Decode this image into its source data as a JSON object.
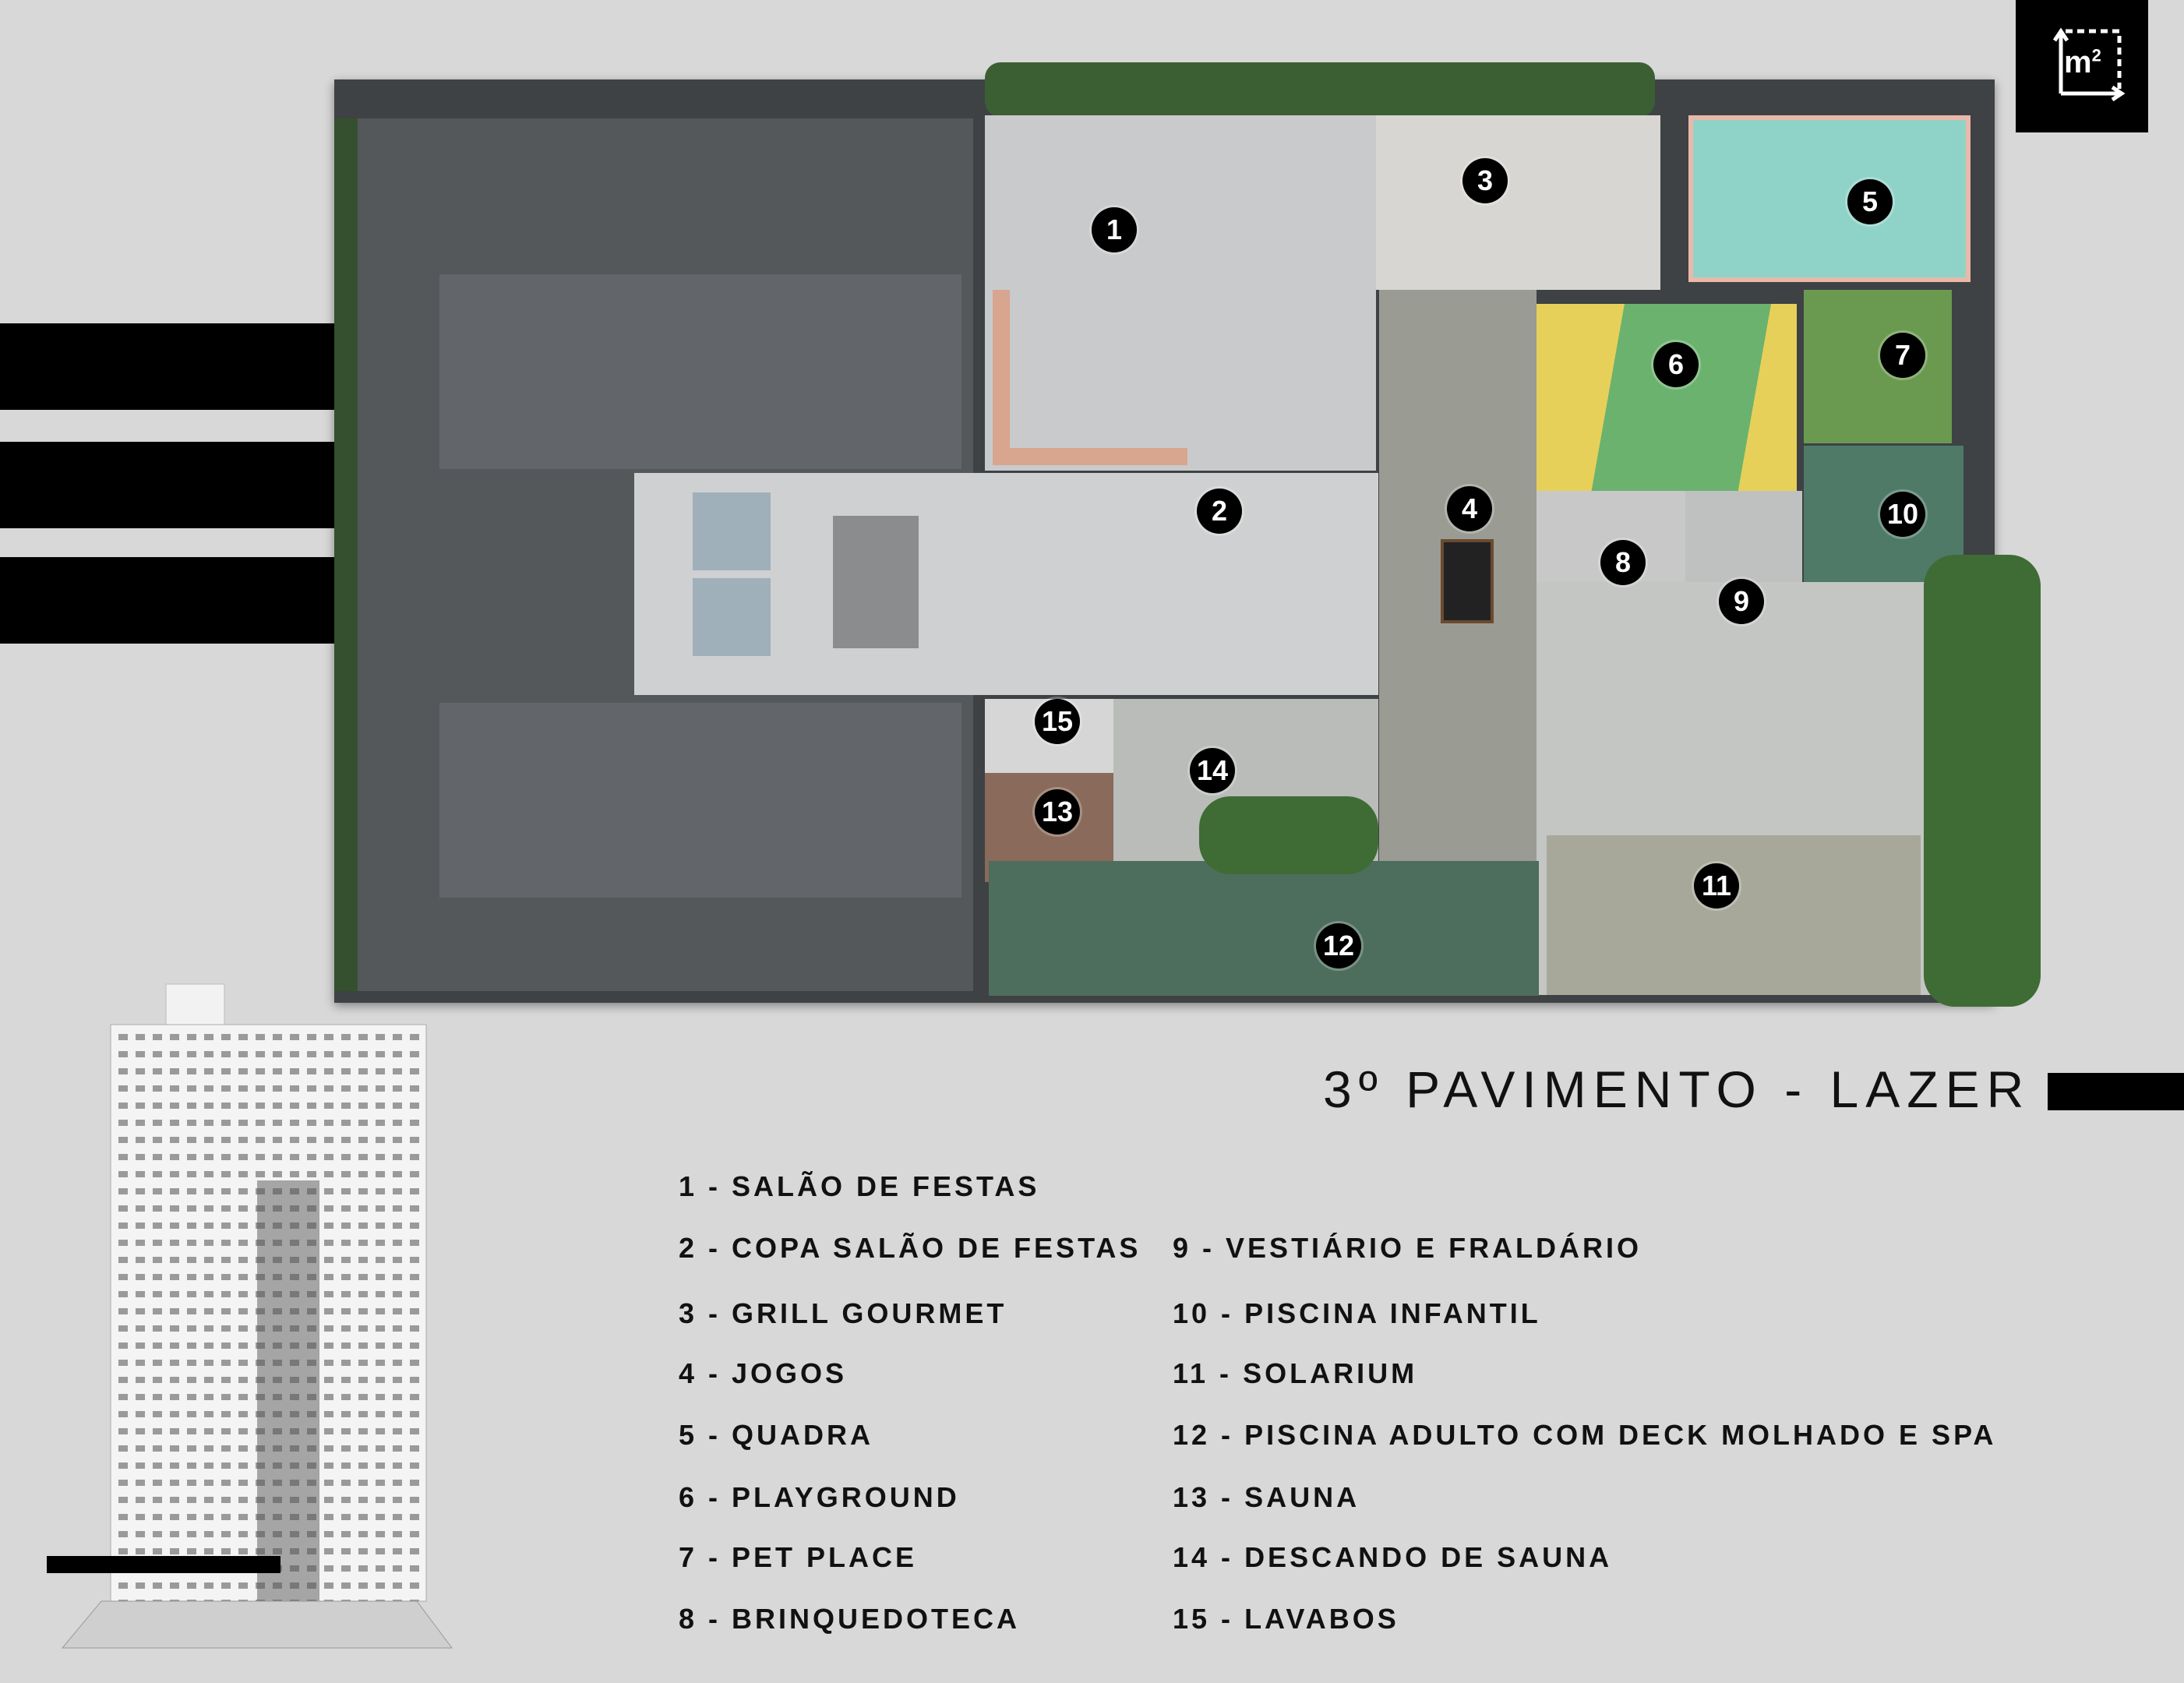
{
  "logo": {
    "text": "m²"
  },
  "title": "3º PAVIMENTO - LAZER",
  "markers": [
    "1",
    "2",
    "3",
    "4",
    "5",
    "6",
    "7",
    "8",
    "9",
    "10",
    "11",
    "12",
    "13",
    "14",
    "15"
  ],
  "legend": [
    {
      "num": "1 -",
      "label": "SALÃO DE FESTAS"
    },
    {
      "num": "2 -",
      "label": "COPA SALÃO DE FESTAS"
    },
    {
      "num": "3 -",
      "label": "GRILL GOURMET"
    },
    {
      "num": "4 -",
      "label": "JOGOS"
    },
    {
      "num": "5 -",
      "label": "QUADRA"
    },
    {
      "num": "6 -",
      "label": "PLAYGROUND"
    },
    {
      "num": "7 -",
      "label": "PET PLACE"
    },
    {
      "num": "8 -",
      "label": "BRINQUEDOTECA"
    },
    {
      "num": "9 -",
      "label": "VESTIÁRIO E FRALDÁRIO"
    },
    {
      "num": "10 -",
      "label": "PISCINA INFANTIL"
    },
    {
      "num": "11 -",
      "label": "SOLARIUM"
    },
    {
      "num": "12 -",
      "label": "PISCINA ADULTO COM DECK MOLHADO E SPA"
    },
    {
      "num": "13 -",
      "label": "SAUNA"
    },
    {
      "num": "14 -",
      "label": "DESCANDO DE SAUNA"
    },
    {
      "num": "15 -",
      "label": "LAVABOS"
    }
  ],
  "colors": {
    "accent": "#000000",
    "background": "#d8d8d8",
    "pool": "#4d6e5c",
    "vegetation": "#3f6b35"
  }
}
